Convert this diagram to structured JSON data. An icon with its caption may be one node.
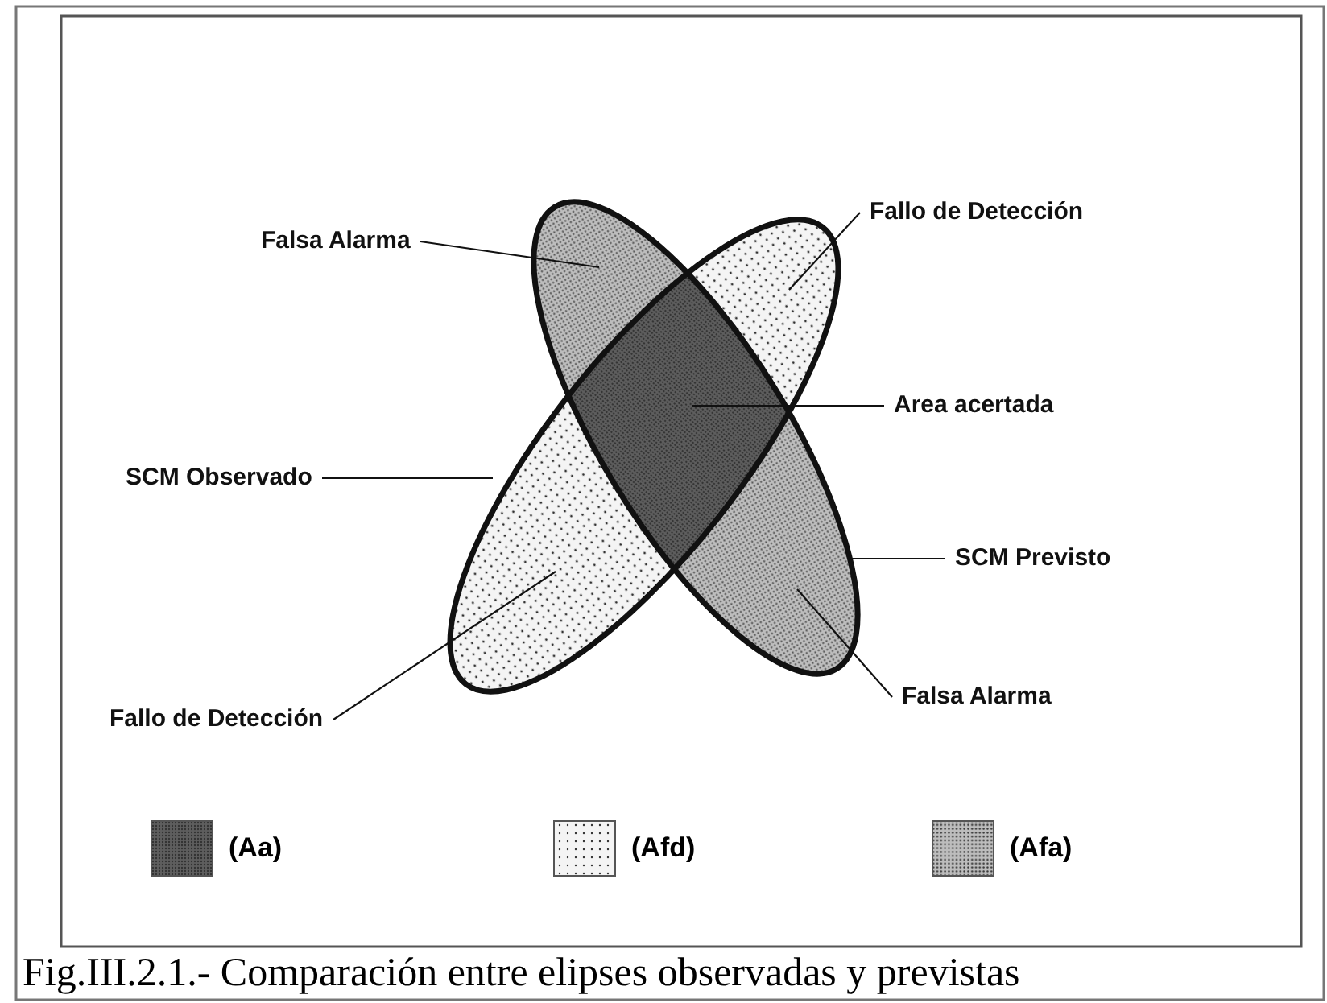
{
  "diagram": {
    "caption": "Fig.III.2.1.- Comparación entre elipses observadas y previstas",
    "nodes": [
      {
        "text": [
          "Falsa Alarma"
        ]
      },
      {
        "text": [
          "Fallo de Detección"
        ]
      },
      {
        "text": [
          "Area acertada"
        ]
      },
      {
        "text": [
          "SCM Observado"
        ]
      },
      {
        "text": [
          "SCM Previsto"
        ]
      },
      {
        "text": [
          "Fallo de Detección"
        ]
      },
      {
        "text": [
          "Falsa Alarma"
        ]
      }
    ],
    "edges": [
      {
        "from": 0,
        "to": null,
        "arrow": "none"
      },
      {
        "from": 1,
        "to": null,
        "arrow": "none"
      },
      {
        "from": 2,
        "to": null,
        "arrow": "none"
      },
      {
        "from": 3,
        "to": null,
        "arrow": "none"
      },
      {
        "from": 4,
        "to": null,
        "arrow": "none"
      },
      {
        "from": 5,
        "to": null,
        "arrow": "none"
      },
      {
        "from": 6,
        "to": null,
        "arrow": "none"
      }
    ],
    "legend": [
      {
        "text": "(Aa)",
        "color": "#5e5e5e"
      },
      {
        "text": "(Afd)",
        "color": "#f4f4f4"
      },
      {
        "text": "(Afa)",
        "color": "#bdbdbd"
      }
    ]
  }
}
